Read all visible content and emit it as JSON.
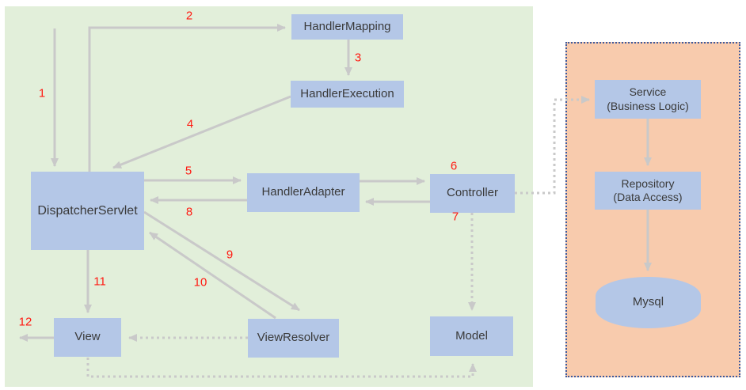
{
  "diagram": {
    "type": "flow-diagram",
    "subject": "Spring MVC request processing flow with backend layers"
  },
  "nodes": {
    "handler_mapping": {
      "label": "HandlerMapping"
    },
    "handler_execution": {
      "label": "HandlerExecution"
    },
    "dispatcher_servlet": {
      "label": "DispatcherServlet"
    },
    "handler_adapter": {
      "label": "HandlerAdapter"
    },
    "controller": {
      "label": "Controller"
    },
    "view": {
      "label": "View"
    },
    "view_resolver": {
      "label": "ViewResolver"
    },
    "model": {
      "label": "Model"
    },
    "service": {
      "label": "Service",
      "sublabel": "(Business Logic)"
    },
    "repository": {
      "label": "Repository",
      "sublabel": "(Data Access)"
    },
    "mysql": {
      "label": "Mysql"
    }
  },
  "steps": [
    "1",
    "2",
    "3",
    "4",
    "5",
    "6",
    "7",
    "8",
    "9",
    "10",
    "11",
    "12"
  ],
  "edges": [
    {
      "step": "1",
      "from": "client",
      "to": "dispatcher_servlet",
      "style": "solid"
    },
    {
      "step": "2",
      "from": "dispatcher_servlet",
      "to": "handler_mapping",
      "style": "solid"
    },
    {
      "step": "3",
      "from": "handler_mapping",
      "to": "handler_execution",
      "style": "solid"
    },
    {
      "step": "4",
      "from": "handler_execution",
      "to": "dispatcher_servlet",
      "style": "solid"
    },
    {
      "step": "5",
      "from": "dispatcher_servlet",
      "to": "handler_adapter",
      "style": "solid"
    },
    {
      "step": "6",
      "from": "handler_adapter",
      "to": "controller",
      "style": "solid"
    },
    {
      "step": "7",
      "from": "controller",
      "to": "handler_adapter",
      "style": "solid"
    },
    {
      "step": "8",
      "from": "handler_adapter",
      "to": "dispatcher_servlet",
      "style": "solid"
    },
    {
      "step": "9",
      "from": "dispatcher_servlet",
      "to": "view_resolver",
      "style": "solid"
    },
    {
      "step": "10",
      "from": "view_resolver",
      "to": "dispatcher_servlet",
      "style": "solid"
    },
    {
      "step": "11",
      "from": "dispatcher_servlet",
      "to": "view",
      "style": "solid"
    },
    {
      "step": "12",
      "from": "view",
      "to": "client",
      "style": "solid"
    },
    {
      "step": "",
      "from": "view_resolver",
      "to": "view",
      "style": "dotted"
    },
    {
      "step": "",
      "from": "view",
      "to": "model",
      "style": "dotted"
    },
    {
      "step": "",
      "from": "controller",
      "to": "model",
      "style": "dotted"
    },
    {
      "step": "",
      "from": "controller",
      "to": "service",
      "style": "dotted"
    },
    {
      "step": "",
      "from": "service",
      "to": "repository",
      "style": "solid"
    },
    {
      "step": "",
      "from": "repository",
      "to": "mysql",
      "style": "solid"
    }
  ],
  "colors": {
    "mvc_panel_bg": "#e2efda",
    "backend_panel_bg": "#f8cbad",
    "backend_panel_border": "#3d5a9e",
    "node_bg": "#b4c7e7",
    "node_text": "#3a3a3a",
    "arrow_gray": "#c9c9c9",
    "step_red": "#ff1a12"
  }
}
